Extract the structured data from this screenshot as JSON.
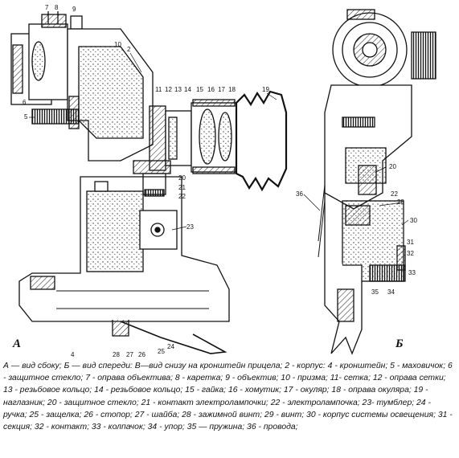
{
  "figure": {
    "view_labels": {
      "side": "А",
      "front": "Б"
    },
    "side_callouts": [
      "7",
      "8",
      "9",
      "10",
      "2",
      "6",
      "5",
      "11",
      "12",
      "13",
      "14",
      "15",
      "16",
      "17",
      "18",
      "19",
      "20",
      "21",
      "22",
      "23",
      "4",
      "28",
      "27",
      "26",
      "25",
      "24"
    ],
    "front_callouts": [
      "20",
      "36",
      "22",
      "29",
      "30",
      "31",
      "32",
      "33",
      "35",
      "34"
    ]
  },
  "caption": "А — вид сбоку; Б — вид спереди: В—вид снизу на кронштейн прицела; 2 - корпус: 4 - кронштейн; 5 - маховичок; 6 - защитное стекло; 7 - оправа объектива; 8 - каретка; 9 - объектив; 10 - призма; 11- сетка; 12 - оправа сетки; 13 - резьбовое кольцо; 14 - резьбовое кольцо; 15 - гайка; 16 - хомутик; 17 - окуляр; 18 - оправа окуляра; 19 - наглазник; 20 - защитное стекло; 21 - контакт электролампочки; 22 - электролампочка; 23- тумблер; 24 - ручка; 25 - защелка; 26 - стопор; 27 - шайба; 28 - зажимной винт; 29 - винт; 30 - корпус системы освещения; 31 - секция; 32 - контакт; 33 - колпачок; 34 - упор; 35 — пружина; 36 - провода;"
}
